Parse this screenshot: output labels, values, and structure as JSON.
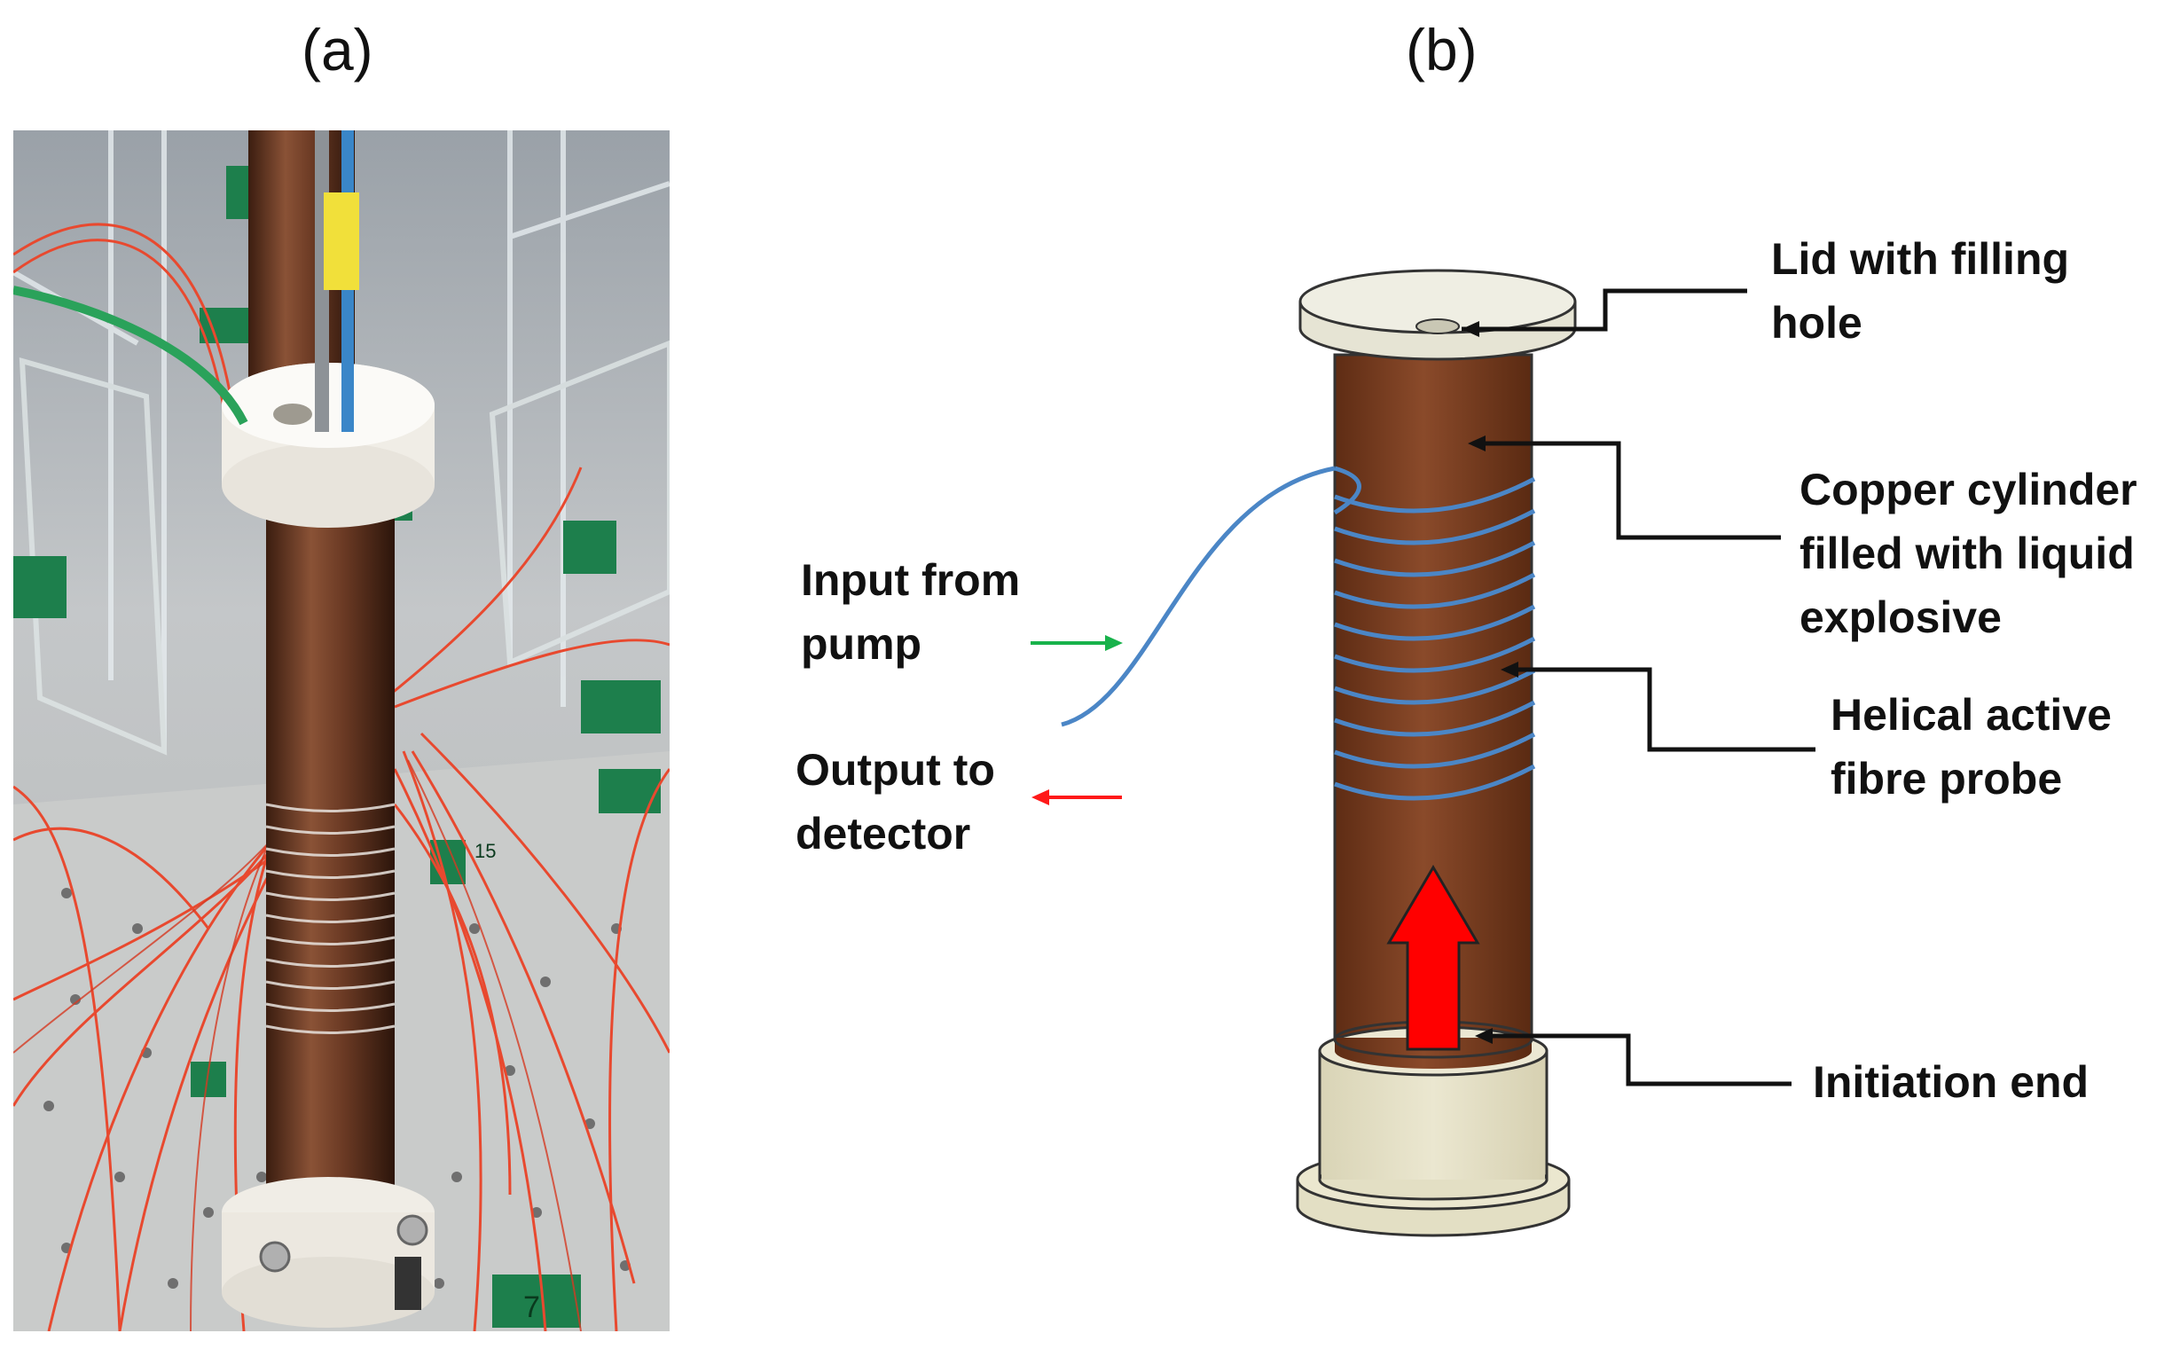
{
  "panels": {
    "a_label": "(a)",
    "b_label": "(b)"
  },
  "callouts": {
    "lid": [
      "Lid with filling",
      "hole"
    ],
    "copper": [
      "Copper cylinder",
      "filled with liquid",
      "explosive"
    ],
    "helical": [
      "Helical active",
      "fibre probe"
    ],
    "initiation": [
      "Initiation end"
    ],
    "input": [
      "Input from",
      "pump"
    ],
    "output": [
      "Output to",
      "detector"
    ]
  },
  "photo_tags": {
    "tag_seven": "7",
    "tag_fifteen": "15"
  },
  "colors": {
    "copper": "#6b3418",
    "copper_light": "#8a4a2a",
    "fibre": "#4b86c6",
    "lid": "#ecebdc",
    "base": "#e3dfc4",
    "arrow_red": "#ff0000",
    "input_arrow": "#18b24b",
    "output_arrow": "#ff1a1a",
    "photo_fibre": "#e8492f",
    "photo_tape": "#1d7f4c"
  }
}
